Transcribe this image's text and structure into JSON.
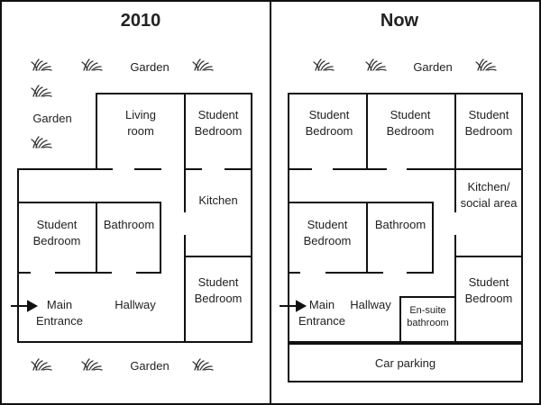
{
  "panels": {
    "left": {
      "title": "2010",
      "rooms": {
        "garden_top": "Garden",
        "garden_left": "Garden",
        "living_room_line1": "Living",
        "living_room_line2": "room",
        "student_bedroom_tr_line1": "Student",
        "student_bedroom_tr_line2": "Bedroom",
        "kitchen": "Kitchen",
        "student_bedroom_left_line1": "Student",
        "student_bedroom_left_line2": "Bedroom",
        "bathroom": "Bathroom",
        "student_bedroom_br_line1": "Student",
        "student_bedroom_br_line2": "Bedroom",
        "main_entrance_line1": "Main",
        "main_entrance_line2": "Entrance",
        "hallway": "Hallway",
        "garden_bottom": "Garden"
      }
    },
    "right": {
      "title": "Now",
      "rooms": {
        "garden_top": "Garden",
        "student_bedroom_1_line1": "Student",
        "student_bedroom_1_line2": "Bedroom",
        "student_bedroom_2_line1": "Student",
        "student_bedroom_2_line2": "Bedroom",
        "student_bedroom_3_line1": "Student",
        "student_bedroom_3_line2": "Bedroom",
        "kitchen_line1": "Kitchen/",
        "kitchen_line2": "social area",
        "student_bedroom_left_line1": "Student",
        "student_bedroom_left_line2": "Bedroom",
        "bathroom": "Bathroom",
        "student_bedroom_br_line1": "Student",
        "student_bedroom_br_line2": "Bedroom",
        "main_entrance_line1": "Main",
        "main_entrance_line2": "Entrance",
        "hallway": "Hallway",
        "ensuite_line1": "En-suite",
        "ensuite_line2": "bathroom",
        "car_parking": "Car parking"
      }
    }
  }
}
